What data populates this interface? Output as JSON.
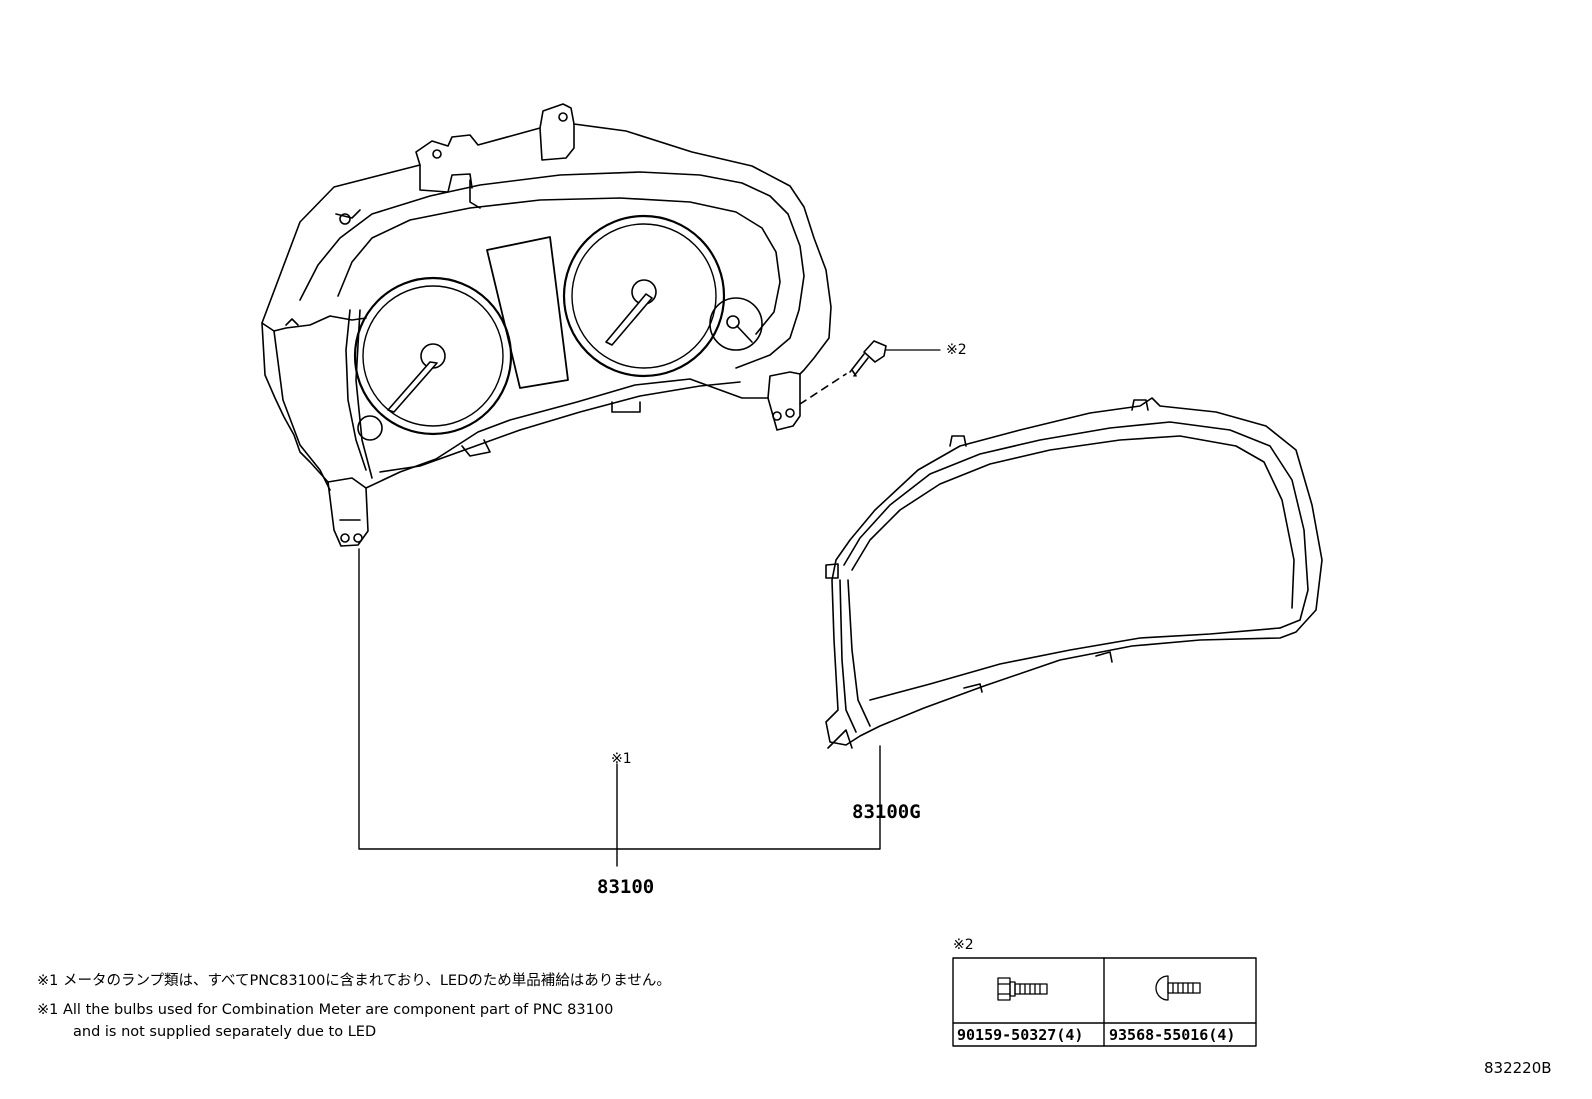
{
  "parts": {
    "assembly": "83100",
    "glass": "83100G"
  },
  "refs": {
    "note1_marker": "※1",
    "note2_marker": "※2",
    "table_marker": "※2"
  },
  "notes": {
    "jp": "※1 メータのランプ類は、すべてPNC83100に含まれており、LEDのため単品補給はありません。",
    "en_line1": "※1 All the bulbs used for Combination Meter are component part of PNC 83100",
    "en_line2": "and is not supplied separately due to LED"
  },
  "fastener_table": {
    "items": [
      {
        "part_no": "90159-50327(4)",
        "icon": "flange-bolt-icon"
      },
      {
        "part_no": "93568-55016(4)",
        "icon": "round-head-screw-icon"
      }
    ]
  },
  "sheet_code": "832220B"
}
